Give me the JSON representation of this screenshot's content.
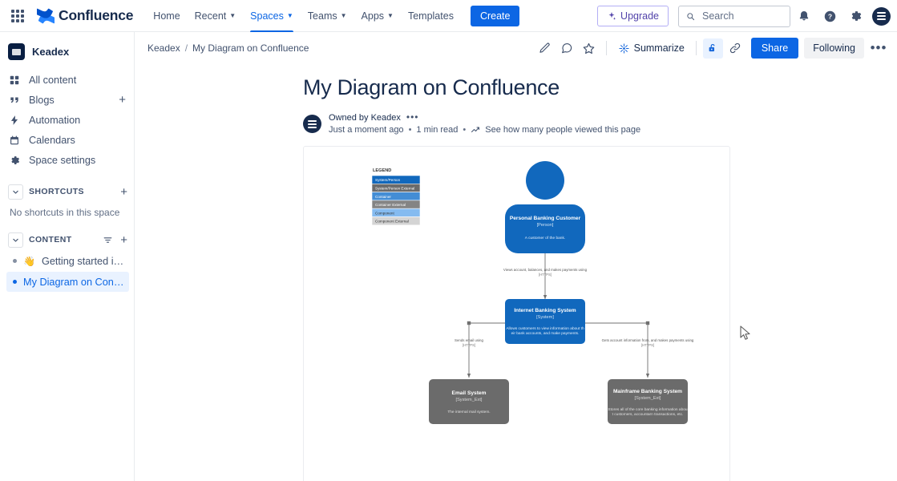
{
  "topnav": {
    "app_switcher_icon": "grid-9-dots-icon",
    "brand": "Confluence",
    "brand_icon": "confluence-logo-icon",
    "items": [
      {
        "label": "Home",
        "has_caret": false,
        "active": false
      },
      {
        "label": "Recent",
        "has_caret": true,
        "active": false
      },
      {
        "label": "Spaces",
        "has_caret": true,
        "active": true
      },
      {
        "label": "Teams",
        "has_caret": true,
        "active": false
      },
      {
        "label": "Apps",
        "has_caret": true,
        "active": false
      },
      {
        "label": "Templates",
        "has_caret": false,
        "active": false
      }
    ],
    "create_label": "Create",
    "upgrade_label": "Upgrade",
    "upgrade_icon": "sparkle-icon",
    "search": {
      "placeholder": "Search",
      "value": "",
      "icon": "search-icon"
    },
    "notifications_icon": "bell-icon",
    "help_icon": "question-circle-icon",
    "settings_icon": "gear-icon",
    "profile_icon": "user-avatar-icon"
  },
  "sidebar": {
    "space_name": "Keadex",
    "space_icon": "space-avatar-icon",
    "items": [
      {
        "label": "All content",
        "icon": "grid-squares-icon",
        "plus": false
      },
      {
        "label": "Blogs",
        "icon": "quote-icon",
        "plus": true
      },
      {
        "label": "Automation",
        "icon": "lightning-bolt-icon",
        "plus": false
      },
      {
        "label": "Calendars",
        "icon": "calendar-icon",
        "plus": false
      },
      {
        "label": "Space settings",
        "icon": "gear-icon",
        "plus": false
      }
    ],
    "shortcuts": {
      "title": "SHORTCUTS",
      "empty_text": "No shortcuts in this space",
      "add_icon": "plus-icon",
      "chevron_icon": "chevron-down-icon"
    },
    "content": {
      "title": "CONTENT",
      "filter_icon": "filter-icon",
      "add_icon": "plus-icon",
      "chevron_icon": "chevron-down-icon",
      "tree": [
        {
          "label": "Getting started in Co...",
          "emoji": "👋",
          "selected": false
        },
        {
          "label": "My Diagram on Confluen...",
          "emoji": "",
          "selected": true
        }
      ]
    }
  },
  "page": {
    "breadcrumb": [
      "Keadex",
      "My Diagram on Confluence"
    ],
    "breadcrumb_separator": "/",
    "title": "My Diagram on Confluence",
    "owner_text": "Owned by Keadex",
    "owner_more_icon": "more-dots-icon",
    "timestamp": "Just a moment ago",
    "read_time": "1 min read",
    "views_link": "See how many people viewed this page",
    "views_icon": "analytics-chart-icon",
    "separator": "•"
  },
  "toolbar": {
    "edit_icon": "pencil-icon",
    "comment_icon": "comment-icon",
    "star_icon": "star-icon",
    "summarize_label": "Summarize",
    "summarize_icon": "ai-sparkle-icon",
    "restrictions_icon": "lock-unlocked-icon",
    "copy_link_icon": "link-icon",
    "share_label": "Share",
    "following_label": "Following",
    "more_icon": "more-dots-icon"
  },
  "diagram": {
    "legend": {
      "title": "LEGEND",
      "entries": [
        {
          "label": "System/Person",
          "color": "#1168bd",
          "text_color": "#ffffff"
        },
        {
          "label": "System/Person External",
          "color": "#6b6b6b",
          "text_color": "#ffffff"
        },
        {
          "label": "Container",
          "color": "#438dd5",
          "text_color": "#ffffff"
        },
        {
          "label": "Container External",
          "color": "#848484",
          "text_color": "#ffffff"
        },
        {
          "label": "Component",
          "color": "#85bbf0",
          "text_color": "#333333"
        },
        {
          "label": "Component External",
          "color": "#d4d4d4",
          "text_color": "#333333"
        }
      ]
    },
    "nodes": [
      {
        "id": "person",
        "shape": "person",
        "name": "Personal Banking Customer",
        "type": "[Person]",
        "description": "A customer of the bank.",
        "color": "#1168bd",
        "text_color": "#ffffff"
      },
      {
        "id": "ibs",
        "shape": "box",
        "name": "Internet Banking System",
        "type": "[System]",
        "description": "Allows customers to view information about their bank accounts, and make payments.",
        "color": "#1168bd",
        "text_color": "#ffffff"
      },
      {
        "id": "email",
        "shape": "box",
        "name": "Email System",
        "type": "[System_Ext]",
        "description": "The internal mail system.",
        "color": "#6b6b6b",
        "text_color": "#ffffff"
      },
      {
        "id": "mainframe",
        "shape": "box",
        "name": "Mainframe Banking System",
        "type": "[System_Ext]",
        "description": "Stores all of the core banking information about customers, accounts, transactions, etc.",
        "color": "#6b6b6b",
        "text_color": "#ffffff"
      }
    ],
    "edges": [
      {
        "from": "person",
        "to": "ibs",
        "label": "Views account, balances, and makes payments using",
        "protocol": "[HTTPS]"
      },
      {
        "from": "ibs",
        "to": "email",
        "label": "Sends email using",
        "protocol": "[HTTPS]"
      },
      {
        "from": "ibs",
        "to": "mainframe",
        "label": "Gets account information from, and makes payments using",
        "protocol": "[HTTPS]"
      }
    ]
  },
  "colors": {
    "brand_blue": "#0c66e4",
    "node_blue": "#1168bd",
    "node_gray": "#6b6b6b",
    "text_dark": "#172b4d",
    "text_subtle": "#42526e",
    "selected_bg": "#e9f2ff"
  }
}
